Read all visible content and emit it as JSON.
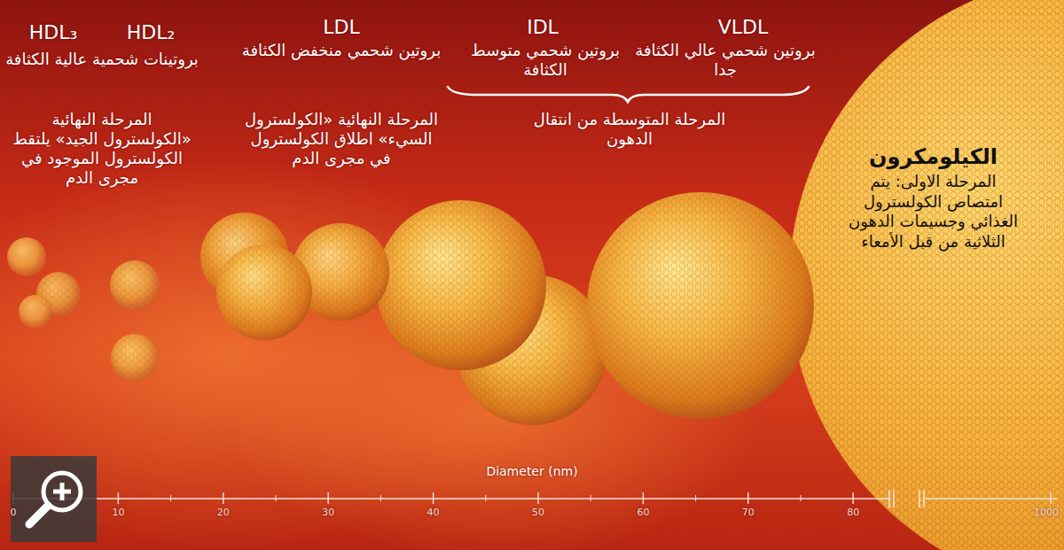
{
  "diagram": {
    "nodes": [
      {
        "text": [
          "الكيلومكرون",
          "المرحلة الاولى: يتم امتصاص الكولسترول الغذائي وجسيمات الدهون الثلاثية من قبل الأمعاء"
        ]
      }
    ],
    "labels": [
      "HDL₃",
      "HDL₂",
      "بروتينات شحمية عالية الكثافة",
      "المرحلة النهائية «الكولسترول الجيد» يلتقط الكولسترول الموجود في مجرى الدم",
      "LDL",
      "بروتين شحمي منخفض الكثافة",
      "المرحلة النهائية «الكولسترول السيء» اطلاق الكولسترول في مجرى الدم",
      "IDL",
      "بروتين شحمي متوسط الكثافة",
      "VLDL",
      "بروتين شحمي عالي الكثافة جدا",
      "المرحلة المتوسطة من انتقال الدهون",
      "Diameter (nm)",
      "0",
      "10",
      "20",
      "30",
      "40",
      "50",
      "60",
      "70",
      "80",
      "1000"
    ]
  }
}
